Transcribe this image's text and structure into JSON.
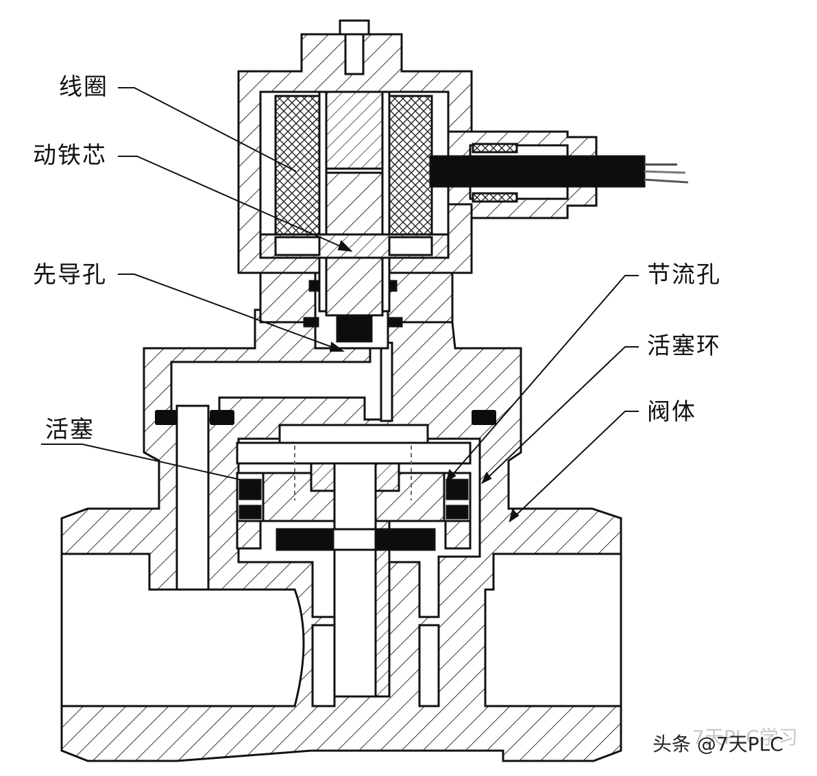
{
  "labels": {
    "coil": "线圈",
    "plunger": "动铁芯",
    "pilot_hole": "先导孔",
    "piston": "活塞",
    "throttle_hole": "节流孔",
    "piston_ring": "活塞环",
    "valve_body": "阀体"
  },
  "watermark": {
    "text": "头条 @7天PLC",
    "ghost_text": "7天PLC学习"
  },
  "colors": {
    "line": "#111111",
    "hatch": "#333333",
    "seal": "#0d0d0d",
    "background": "#ffffff"
  }
}
